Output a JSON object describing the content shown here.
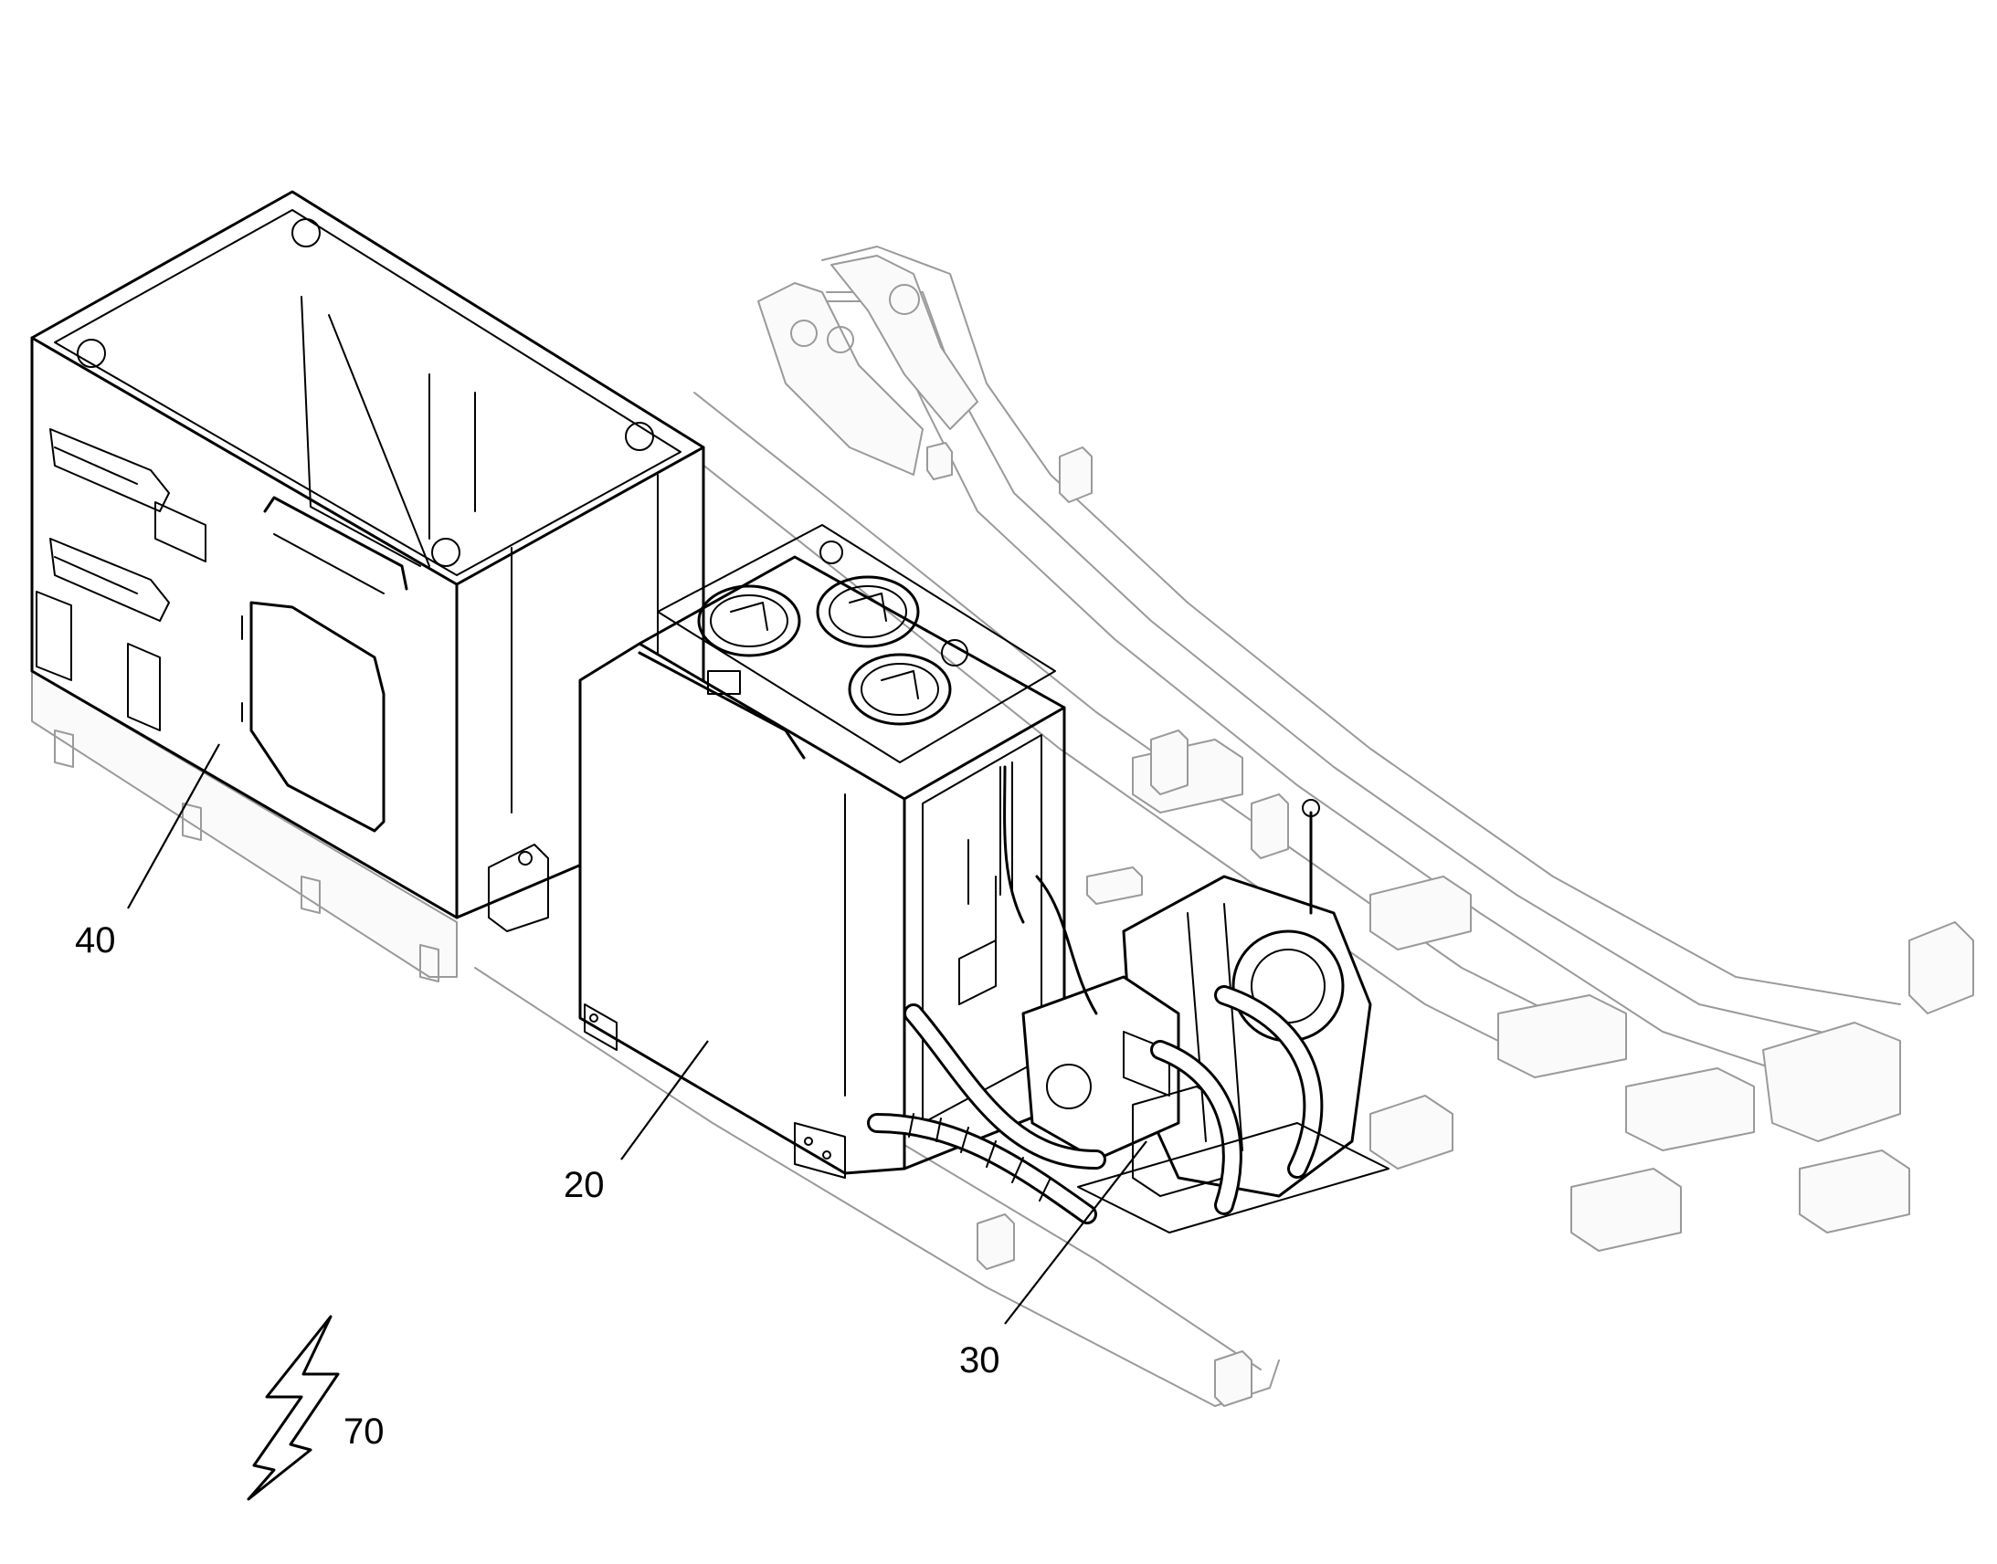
{
  "labels": {
    "ref_40": "40",
    "ref_20": "20",
    "ref_30": "30",
    "ref_70": "70"
  },
  "icons": {
    "lightning": "lightning-bolt-arrow-icon"
  },
  "colors": {
    "line": "#000000",
    "ghost_line": "#9a9a9a",
    "background": "#ffffff"
  }
}
